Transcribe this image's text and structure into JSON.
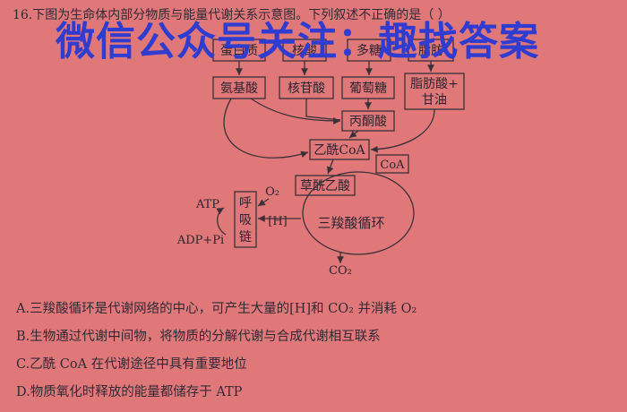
{
  "question": {
    "head": "16.下图为生命体内部分物质与能量代谢关系示意图。下列叙述不正确的是（    ）"
  },
  "watermark": "微信公众号关注：趣找答案",
  "diagram": {
    "top_boxes": [
      "蛋白质",
      "核酸",
      "多糖",
      "脂肪"
    ],
    "mid_boxes": [
      "氨基酸",
      "核苷酸",
      "葡萄糖"
    ],
    "fat_box": [
      "脂肪酸+",
      "甘油"
    ],
    "pyruvate": "丙酮酸",
    "acetyl_coa": "乙酰CoA",
    "coa": "CoA",
    "oxaloacetate": "草酰乙酸",
    "tca_cycle": "三羧酸循环",
    "respiratory_chain": [
      "呼",
      "吸",
      "链"
    ],
    "h_label": "[H]",
    "atp": "ATP",
    "adp_pi": "ADP+Pi",
    "o2": "O₂",
    "co2": "CO₂"
  },
  "options": [
    "A.三羧酸循环是代谢网络的中心，可产生大量的[H]和 CO₂ 并消耗 O₂",
    "B.生物通过代谢中间物，将物质的分解代谢与合成代谢相互联系",
    "C.乙酰 CoA 在代谢途径中具有重要地位",
    "D.物质氧化时释放的能量都储存于 ATP"
  ]
}
